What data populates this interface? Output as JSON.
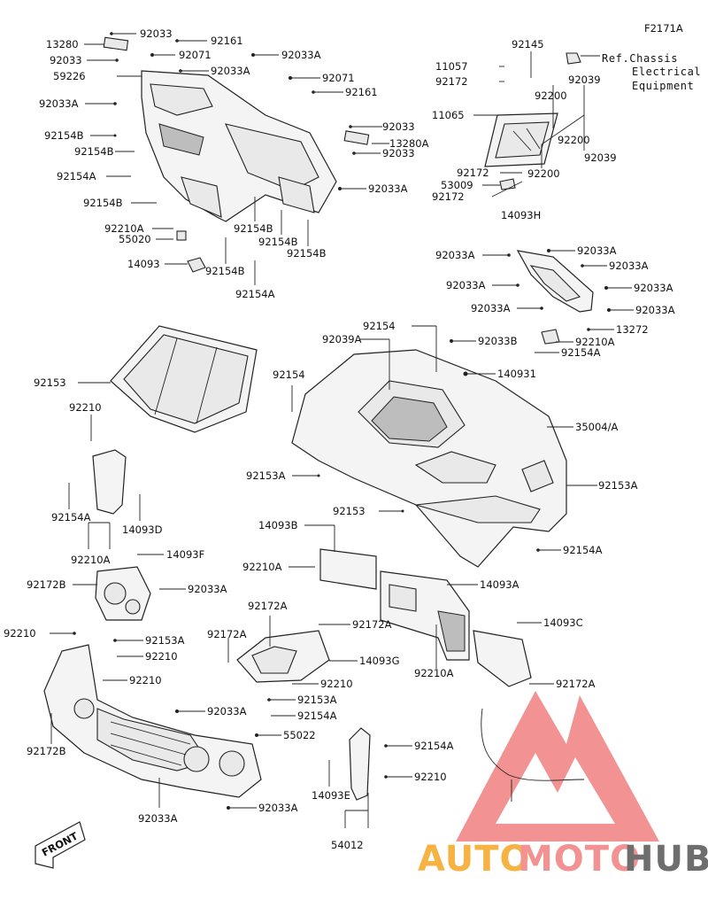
{
  "diagram_id": "F2171A",
  "reference_note": [
    "Ref.Chassis",
    "Electrical",
    "Equipment"
  ],
  "front_label": "FRONT",
  "watermark": {
    "part1": "AUTO",
    "part2": "MOTO",
    "part3": "HUB",
    "color_orange": "#f5a623",
    "color_red": "#f08080",
    "color_gray": "#555555"
  },
  "labels": [
    "92033",
    "13280",
    "92161",
    "92033",
    "92071",
    "92033A",
    "59226",
    "92033A",
    "92071",
    "92161",
    "92033A",
    "92154B",
    "92154B",
    "92154A",
    "92154B",
    "92033",
    "13280A",
    "92033",
    "92033A",
    "92154B",
    "92154B",
    "92154B",
    "92210A",
    "55020",
    "14093",
    "92154B",
    "92154A",
    "92145",
    "11057",
    "92172",
    "92039",
    "92200",
    "11065",
    "92200",
    "92039",
    "92200",
    "92172",
    "53009",
    "92172",
    "14093H",
    "92033A",
    "92033A",
    "92033A",
    "92033A",
    "92033A",
    "92033A",
    "92033A",
    "13272",
    "92210A",
    "92154A",
    "92154",
    "92039A",
    "92033B",
    "140931",
    "92153",
    "92154",
    "35004/A",
    "92153A",
    "92153A",
    "92153",
    "92154A",
    "92210",
    "92154A",
    "14093D",
    "92210A",
    "14093B",
    "92210A",
    "14093A",
    "92210A",
    "14093C",
    "92172A",
    "14093F",
    "92172B",
    "92033A",
    "92210",
    "92153A",
    "92210",
    "92210",
    "92033A",
    "55022",
    "92033A",
    "92033A",
    "92172B",
    "92172A",
    "92172A",
    "92172A",
    "14093G",
    "92210",
    "92153A",
    "92154A",
    "92154A",
    "92210",
    "14093E",
    "54012"
  ]
}
